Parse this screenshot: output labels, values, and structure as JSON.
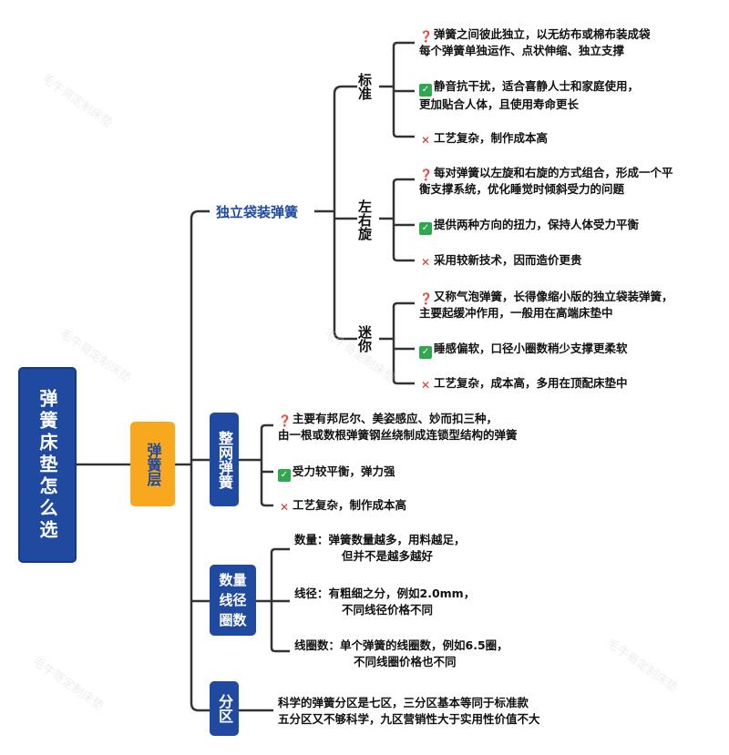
{
  "watermark": "毛牛哥定制床垫",
  "root": "弹簧床垫怎么选",
  "layer": "弹簧层",
  "pocket": {
    "title": "独立袋装弹簧",
    "standard": {
      "label": "标准",
      "items": [
        [
          "弹簧之间彼此独立，以无纺布或棉布装成袋",
          "每个弹簧单独运作、点状伸缩、独立支撑"
        ],
        [
          "静音抗干扰，适合喜静人士和家庭使用，",
          "更加贴合人体，且使用寿命更长"
        ],
        [
          "工艺复杂，制作成本高"
        ]
      ]
    },
    "spiral": {
      "label": "左右旋",
      "items": [
        [
          "每对弹簧以左旋和右旋的方式组合，形成一个平",
          "衡支撑系统，优化睡觉时倾斜受力的问题"
        ],
        [
          "提供两种方向的扭力，保持人体受力平衡"
        ],
        [
          "采用较新技术，因而造价更贵"
        ]
      ]
    },
    "mini": {
      "label": "迷你",
      "items": [
        [
          "又称气泡弹簧，长得像缩小版的独立袋装弹簧，",
          "主要起缓冲作用，一般用在高端床垫中"
        ],
        [
          "睡感偏软，口径小圈数稍少支撑更柔软"
        ],
        [
          "工艺复杂，成本高，多用在顶配床垫中"
        ]
      ]
    }
  },
  "mesh": {
    "title": "整网弹簧",
    "items": [
      [
        "主要有邦尼尔、美姿感应、妙而扣三种，",
        "由一根或数根弹簧钢丝绕制成连锁型结构的弹簧"
      ],
      [
        "受力较平衡，弹力强"
      ],
      [
        "工艺复杂，制作成本高"
      ]
    ]
  },
  "count": {
    "title": "数量线径圈数",
    "items": [
      [
        "数量：弹簧数量越多，用料越足，",
        "但并不是越多越好"
      ],
      [
        "线径：有粗细之分，例如2.0mm，",
        "不同线径价格不同"
      ],
      [
        "线圈数：单个弹簧的线圈数，例如6.5圈，",
        "不同线圈价格也不同"
      ]
    ]
  },
  "zone": {
    "title": "分区",
    "lines": [
      "科学的弹簧分区是七区，三分区基本等同于标准款",
      "五分区又不够科学，九区营销性大于实用性价值不大"
    ]
  },
  "icons": {
    "question": "❓",
    "check": "✓",
    "cross": "✕"
  }
}
